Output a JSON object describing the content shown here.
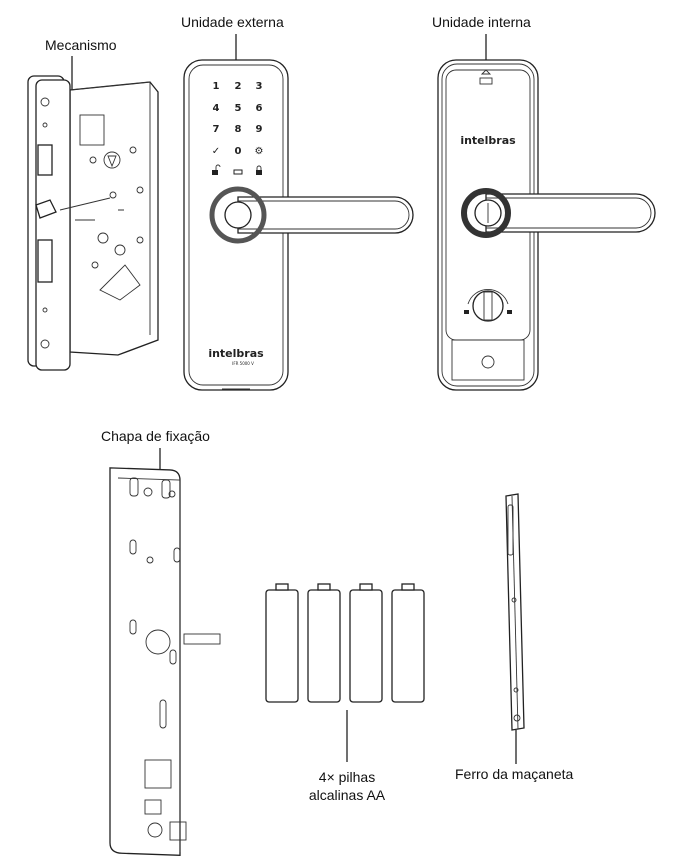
{
  "labels": {
    "mecanismo": "Mecanismo",
    "unidade_externa": "Unidade externa",
    "unidade_interna": "Unidade interna",
    "chapa": "Chapa de fixação",
    "pilhas_line1": "4× pilhas",
    "pilhas_line2": "alcalinas AA",
    "ferro": "Ferro da maçaneta"
  },
  "external_unit": {
    "keys": [
      "1",
      "2",
      "3",
      "4",
      "5",
      "6",
      "7",
      "8",
      "9",
      "✓",
      "0",
      "⚙"
    ],
    "brand": "intelbras",
    "model": "IFR 5000 V"
  },
  "internal_unit": {
    "brand": "intelbras"
  }
}
